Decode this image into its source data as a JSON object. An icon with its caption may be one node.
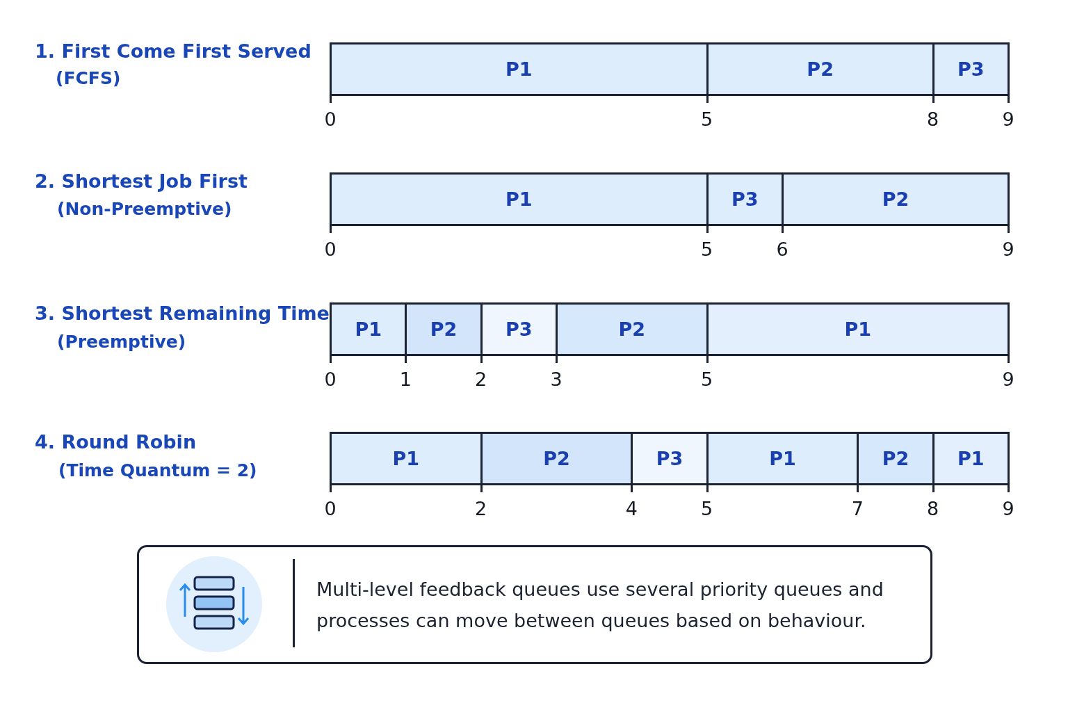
{
  "diagram": {
    "nodes": [
      {
        "text": [
          "P1"
        ]
      },
      {
        "text": [
          "P2"
        ]
      },
      {
        "text": [
          "P3"
        ]
      },
      {
        "text": [
          "P1"
        ]
      },
      {
        "text": [
          "P3"
        ]
      },
      {
        "text": [
          "P2"
        ]
      },
      {
        "text": [
          "P1"
        ]
      },
      {
        "text": [
          "P2"
        ]
      },
      {
        "text": [
          "P3"
        ]
      },
      {
        "text": [
          "P2"
        ]
      },
      {
        "text": [
          "P1"
        ]
      },
      {
        "text": [
          "P1"
        ]
      },
      {
        "text": [
          "P2"
        ]
      },
      {
        "text": [
          "P3"
        ]
      },
      {
        "text": [
          "P1"
        ]
      },
      {
        "text": [
          "P2"
        ]
      },
      {
        "text": [
          "P1"
        ]
      },
      {
        "text": [
          "Multi-level feedback queues use several priority queues and processes can move between queues based on behaviour."
        ]
      }
    ],
    "edges": [],
    "labels": [
      "1. First Come First Served",
      "(FCFS)",
      "0",
      "5",
      "8",
      "9",
      "2. Shortest Job First",
      "(Non-Preemptive)",
      "0",
      "5",
      "6",
      "9",
      "3. Shortest Remaining Time",
      "(Preemptive)",
      "0",
      "1",
      "2",
      "3",
      "5",
      "9",
      "4. Round Robin",
      "(Time Quantum = 2)",
      "0",
      "2",
      "4",
      "5",
      "7",
      "8",
      "9"
    ]
  }
}
